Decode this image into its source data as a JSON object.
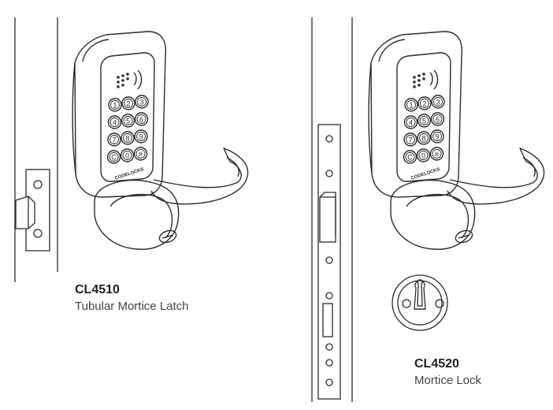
{
  "colors": {
    "line": "#2b2b2b",
    "background": "#ffffff"
  },
  "products": [
    {
      "code": "CL4510",
      "description": "Tubular Mortice Latch"
    },
    {
      "code": "CL4520",
      "description": "Mortice Lock"
    }
  ],
  "keypad": {
    "keys": [
      "1",
      "2",
      "3",
      "4",
      "5",
      "6",
      "7",
      "8",
      "9",
      "C",
      "0",
      "#"
    ],
    "brand": "CODELOCKS"
  }
}
